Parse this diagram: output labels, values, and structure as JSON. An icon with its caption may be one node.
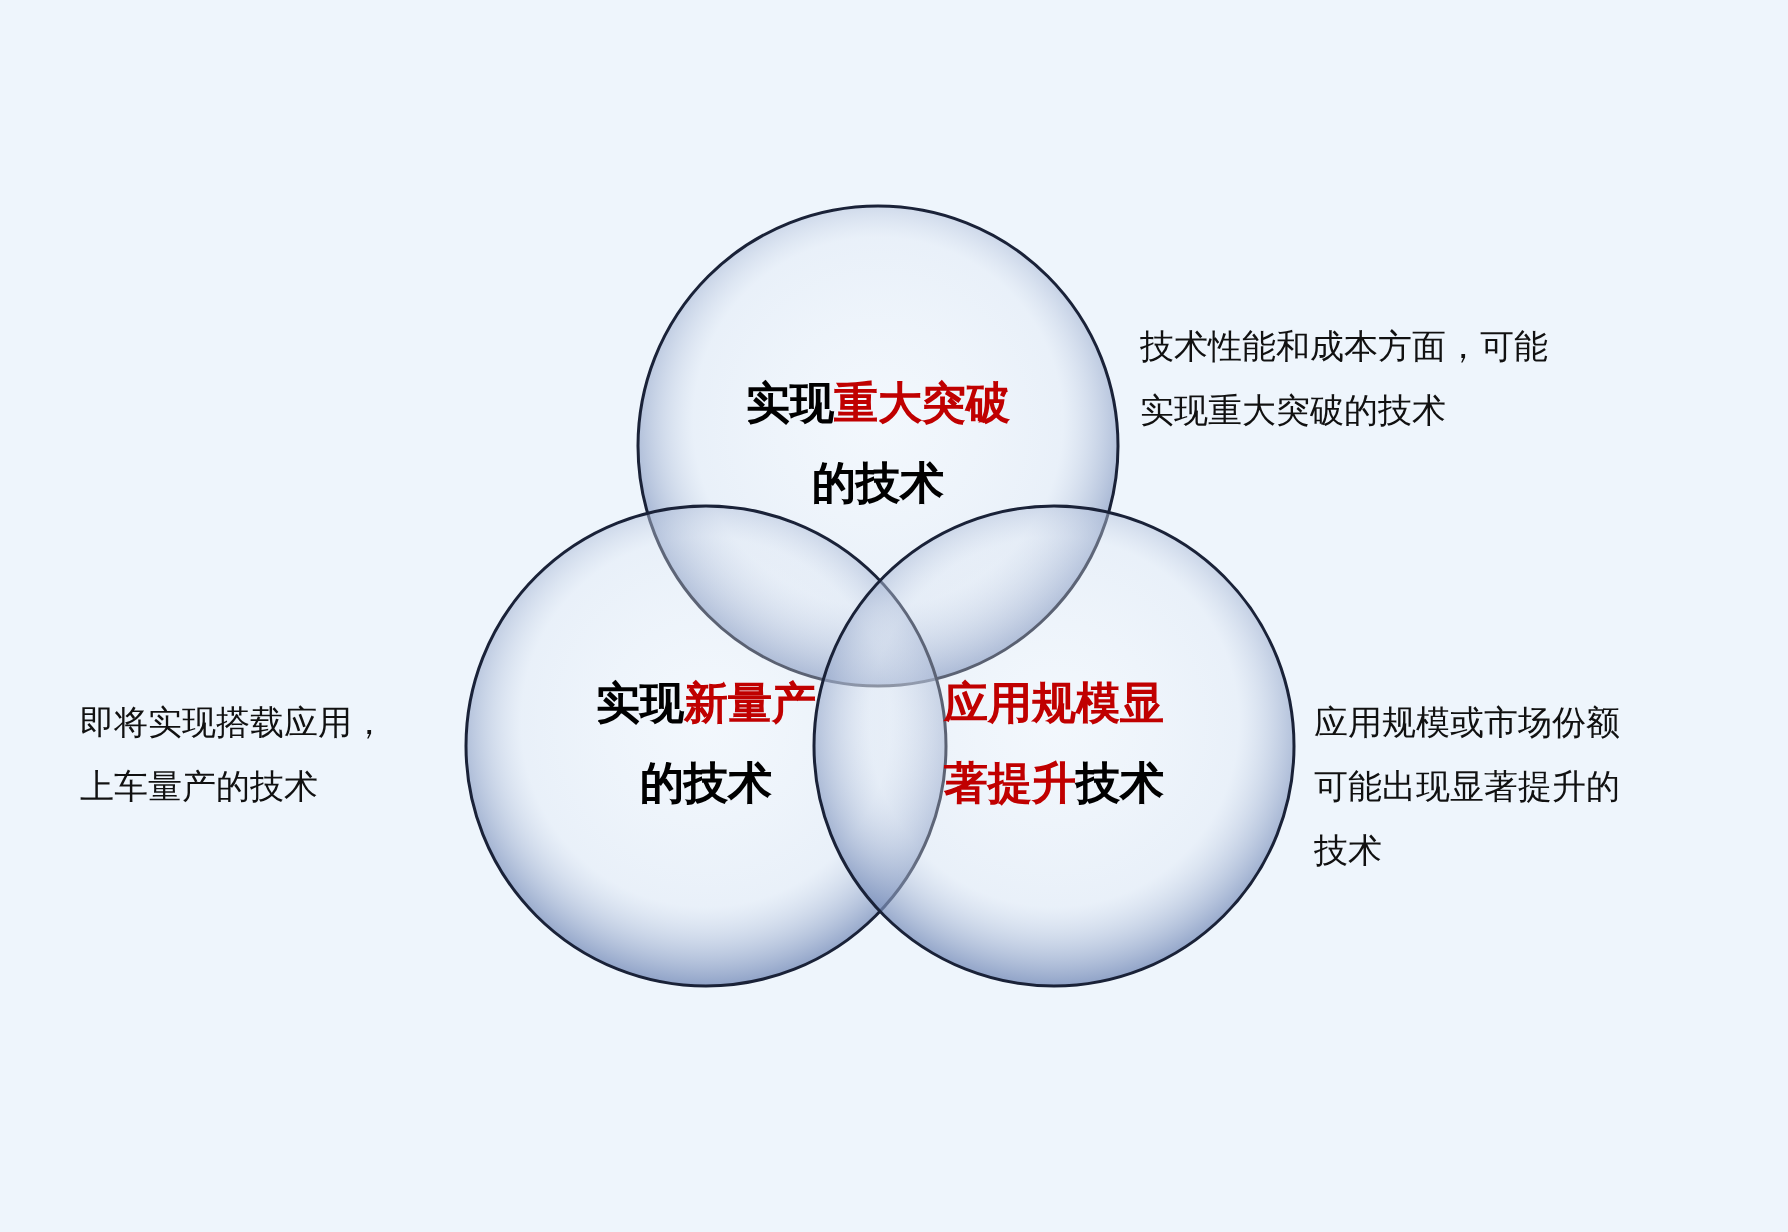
{
  "diagram": {
    "nodes": [
      {
        "text": [
          "实现**重大突破**的技术"
        ],
        "beside": [
          "技术性能和成本方面，可能实现重大突破的技术"
        ]
      },
      {
        "text": [
          "实现**新量产**的技术"
        ],
        "beside": [
          "即将实现搭载应用，上车量产的技术"
        ]
      },
      {
        "text": [
          "**应用规模显著提升**技术"
        ],
        "beside": [
          "应用规模或市场份额可能出现显著提升的技术"
        ]
      }
    ]
  }
}
